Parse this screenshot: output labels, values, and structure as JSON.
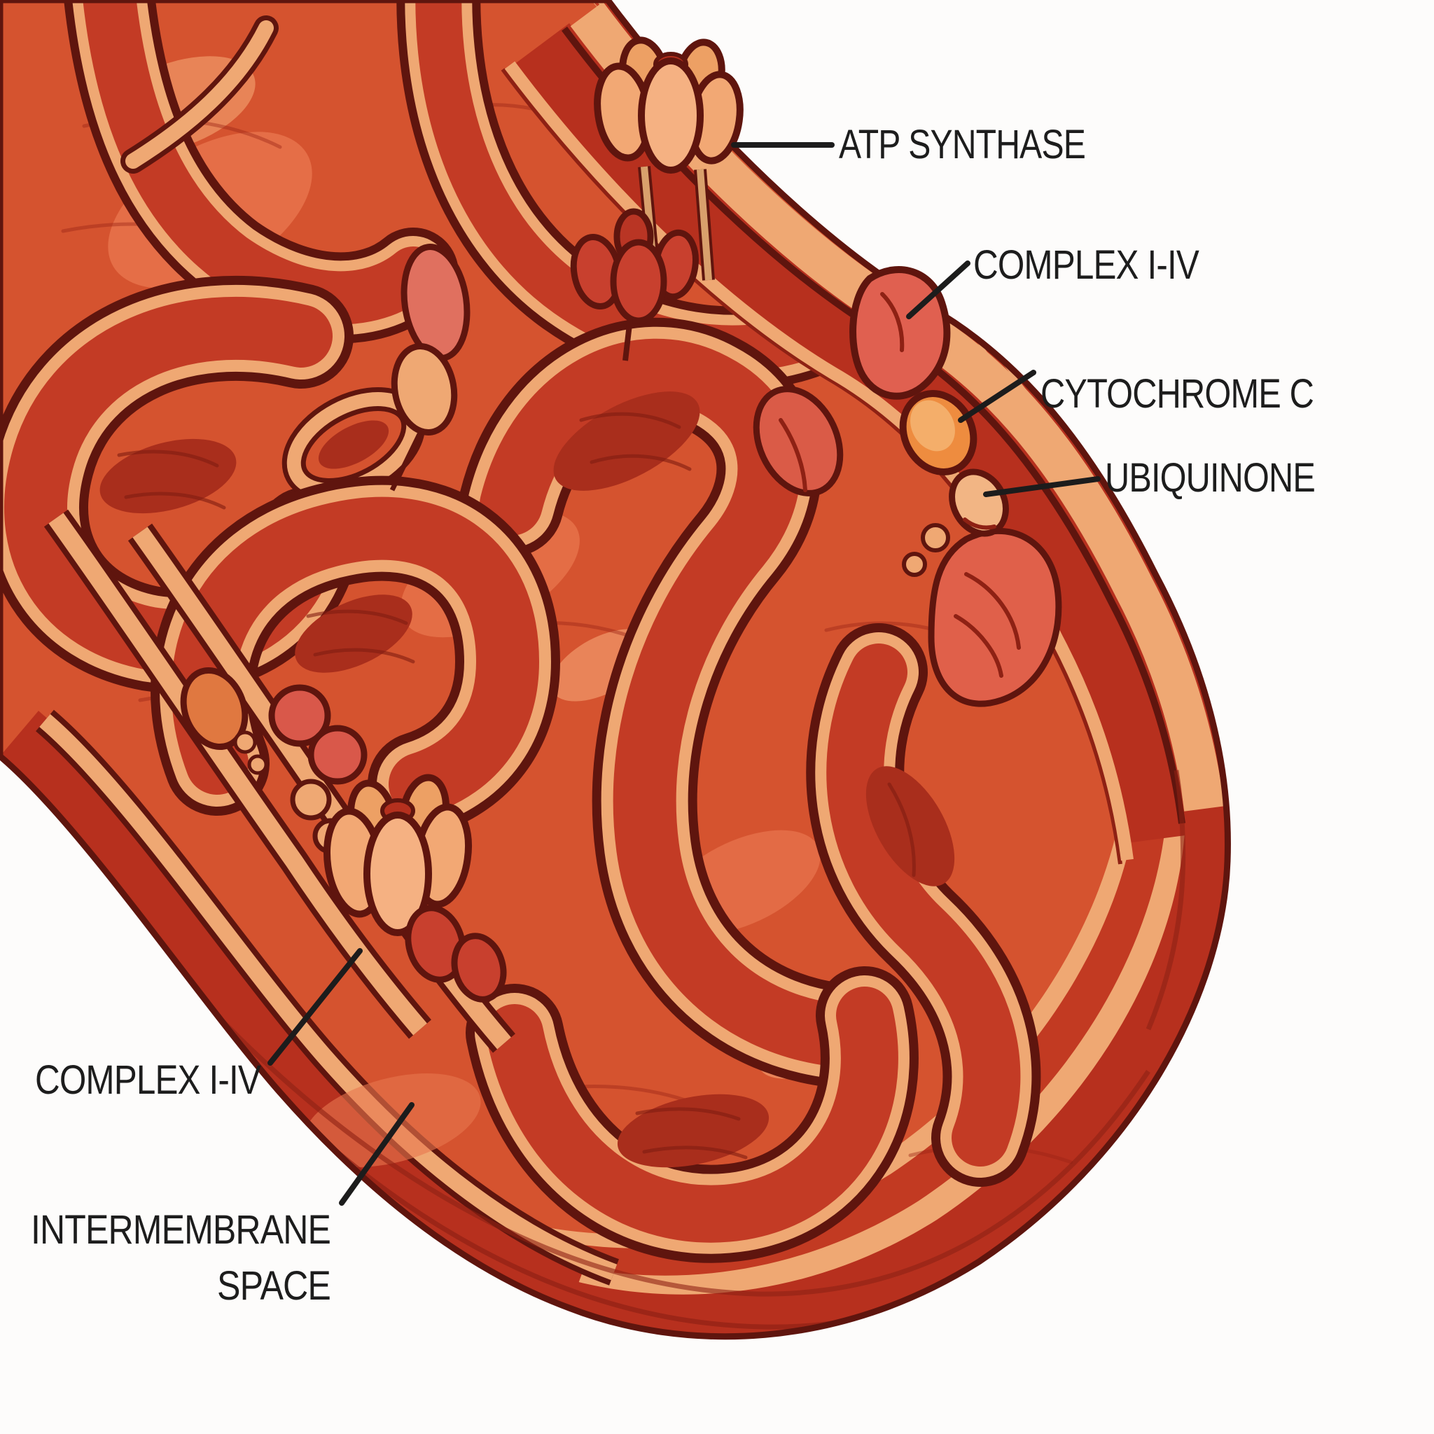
{
  "illustration": {
    "subject": "mitochondrion cross-section with electron transport chain proteins",
    "style": "hand-drawn color illustration",
    "background": "#fdfcfb",
    "palette": {
      "outline": "#5f150e",
      "outer_membrane": "#b7301e",
      "intermembrane_space": "#efa873",
      "inner_membrane": "#c23a22",
      "matrix": "#d5532f",
      "crista_interior": "#a92e1c",
      "protein_peach": "#f2a874",
      "protein_salmon": "#dd5f4a",
      "protein_red": "#c8402e",
      "protein_orange": "#ee8c3f",
      "label_text": "#1d1d1d",
      "leader_line": "#1c1c1c"
    }
  },
  "labels": {
    "atp_synthase": "ATP SYNTHASE",
    "complex_top": "COMPLEX I-IV",
    "cytochrome_c": "CYTOCHROME C",
    "ubiquinone": "UBIQUINONE",
    "complex_bottom": "COMPLEX I-IV",
    "intermembrane_space_line1": "INTERMEMBRANE",
    "intermembrane_space_line2": "SPACE"
  }
}
